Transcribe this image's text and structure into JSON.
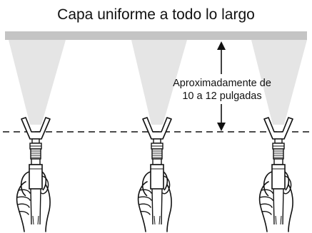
{
  "diagram": {
    "title": "Capa uniforme a todo lo largo",
    "distance_label_line1": "Aproximadamente de",
    "distance_label_line2": "10 a 12 pulgadas",
    "spray_gun_count": 3,
    "colors": {
      "surface_bar": "#c4c4c4",
      "spray_cone": "#e5e5e5",
      "ink": "#111111",
      "background": "#ffffff"
    },
    "icons": [
      "spray-gun-icon",
      "spray-cone-icon",
      "double-arrow-icon",
      "hand-icon"
    ]
  }
}
